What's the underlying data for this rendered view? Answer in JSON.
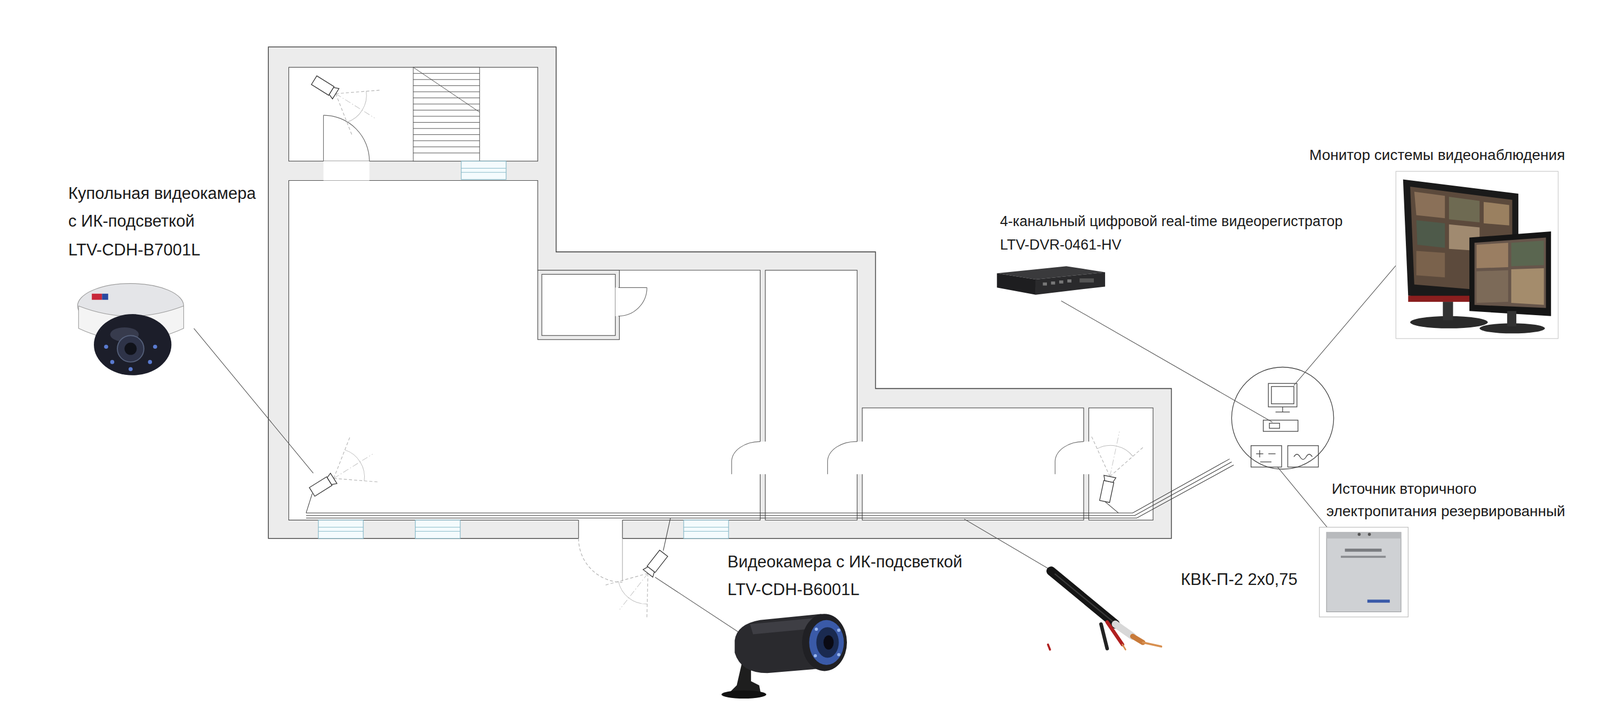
{
  "diagram": {
    "labels": [
      "Купольная видеокамера",
      "с ИК-подсветкой",
      "LTV-CDH-B7001L",
      "4-канальный цифровой real-time видеорегистратор",
      "LTV-DVR-0461-HV",
      "Монитор системы видеонаблюдения",
      "Видеокамера с ИК-подсветкой",
      "LTV-CDH-B6001L",
      "КВК-П-2 2х0,75",
      "Источник вторичного",
      "электропитания резервированный"
    ]
  }
}
